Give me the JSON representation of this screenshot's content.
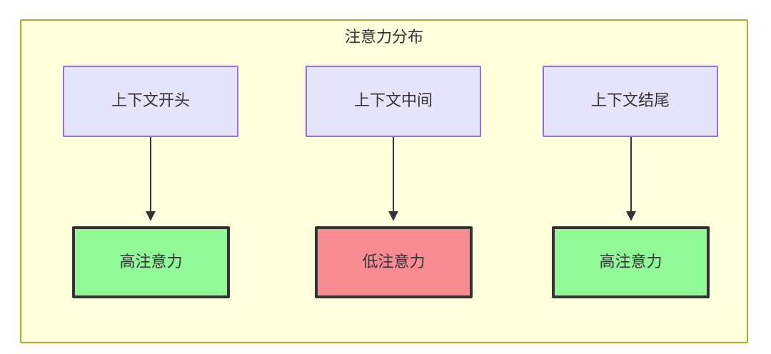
{
  "diagram": {
    "type": "flowchart",
    "title": "注意力分布",
    "background_color": "#ffffff",
    "container": {
      "fill": "#ffffdd",
      "stroke": "#aaaa33"
    },
    "palette": {
      "context_fill": "#e6e4fb",
      "context_stroke": "#9370db",
      "high_attention_fill": "#90f897",
      "low_attention_fill": "#f98b92",
      "node_stroke": "#333333",
      "text": "#333333",
      "edge": "#333333"
    },
    "nodes": {
      "context_start": {
        "label": "上下文开头"
      },
      "context_middle": {
        "label": "上下文中间"
      },
      "context_end": {
        "label": "上下文结尾"
      },
      "attention_start": {
        "label": "高注意力"
      },
      "attention_middle": {
        "label": "低注意力"
      },
      "attention_end": {
        "label": "高注意力"
      }
    },
    "edges": [
      {
        "from": "context_start",
        "to": "attention_start",
        "label": ""
      },
      {
        "from": "context_middle",
        "to": "attention_middle",
        "label": ""
      },
      {
        "from": "context_end",
        "to": "attention_end",
        "label": ""
      }
    ]
  }
}
